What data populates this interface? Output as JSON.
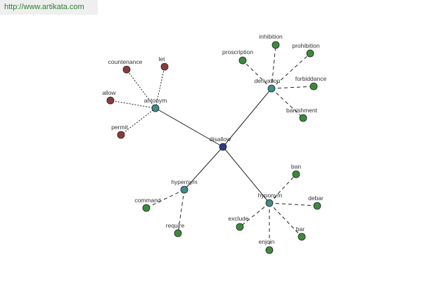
{
  "banner": {
    "url": "http://www.artikata.com"
  },
  "colors": {
    "center": "#2b3a8a",
    "relation": "#3f8c8c",
    "synonym": "#3c8a3c",
    "antonym": "#8b3a3a",
    "edge": "#222222"
  },
  "graph": {
    "nodes": [
      {
        "id": "disallow",
        "label": "disallow",
        "kind": "center"
      },
      {
        "id": "antonym",
        "label": "antonym",
        "kind": "relation"
      },
      {
        "id": "derivation",
        "label": "derivation",
        "kind": "relation"
      },
      {
        "id": "hypernym",
        "label": "hypernym",
        "kind": "relation"
      },
      {
        "id": "hyponym",
        "label": "hyponym",
        "kind": "relation"
      },
      {
        "id": "countenance",
        "label": "countenance",
        "kind": "antonym"
      },
      {
        "id": "let",
        "label": "let",
        "kind": "antonym"
      },
      {
        "id": "allow",
        "label": "allow",
        "kind": "antonym"
      },
      {
        "id": "permit",
        "label": "permit",
        "kind": "antonym"
      },
      {
        "id": "proscription",
        "label": "proscription",
        "kind": "synonym"
      },
      {
        "id": "inhibition",
        "label": "inhibition",
        "kind": "synonym"
      },
      {
        "id": "prohibition",
        "label": "prohibition",
        "kind": "synonym"
      },
      {
        "id": "forbiddance",
        "label": "forbiddance",
        "kind": "synonym"
      },
      {
        "id": "banishment",
        "label": "banishment",
        "kind": "synonym"
      },
      {
        "id": "command",
        "label": "command",
        "kind": "synonym"
      },
      {
        "id": "require",
        "label": "require",
        "kind": "synonym"
      },
      {
        "id": "ban",
        "label": "ban",
        "kind": "synonym"
      },
      {
        "id": "debar",
        "label": "debar",
        "kind": "synonym"
      },
      {
        "id": "bar",
        "label": "bar",
        "kind": "synonym"
      },
      {
        "id": "enjoin",
        "label": "enjoin",
        "kind": "synonym"
      },
      {
        "id": "exclude",
        "label": "exclude",
        "kind": "synonym"
      }
    ],
    "edges": [
      {
        "from": "disallow",
        "to": "antonym",
        "style": "solid"
      },
      {
        "from": "disallow",
        "to": "derivation",
        "style": "solid"
      },
      {
        "from": "disallow",
        "to": "hypernym",
        "style": "solid"
      },
      {
        "from": "disallow",
        "to": "hyponym",
        "style": "solid"
      },
      {
        "from": "antonym",
        "to": "countenance",
        "style": "dotted"
      },
      {
        "from": "antonym",
        "to": "let",
        "style": "dotted"
      },
      {
        "from": "antonym",
        "to": "allow",
        "style": "dotted"
      },
      {
        "from": "antonym",
        "to": "permit",
        "style": "dotted"
      },
      {
        "from": "derivation",
        "to": "proscription",
        "style": "dashed"
      },
      {
        "from": "derivation",
        "to": "inhibition",
        "style": "dashed"
      },
      {
        "from": "derivation",
        "to": "prohibition",
        "style": "dashed"
      },
      {
        "from": "derivation",
        "to": "forbiddance",
        "style": "dashed"
      },
      {
        "from": "derivation",
        "to": "banishment",
        "style": "dashed"
      },
      {
        "from": "hypernym",
        "to": "command",
        "style": "dashed"
      },
      {
        "from": "hypernym",
        "to": "require",
        "style": "dashed"
      },
      {
        "from": "hyponym",
        "to": "ban",
        "style": "dashed"
      },
      {
        "from": "hyponym",
        "to": "debar",
        "style": "dashed"
      },
      {
        "from": "hyponym",
        "to": "bar",
        "style": "dashed"
      },
      {
        "from": "hyponym",
        "to": "enjoin",
        "style": "dashed"
      },
      {
        "from": "hyponym",
        "to": "exclude",
        "style": "dashed"
      }
    ]
  }
}
